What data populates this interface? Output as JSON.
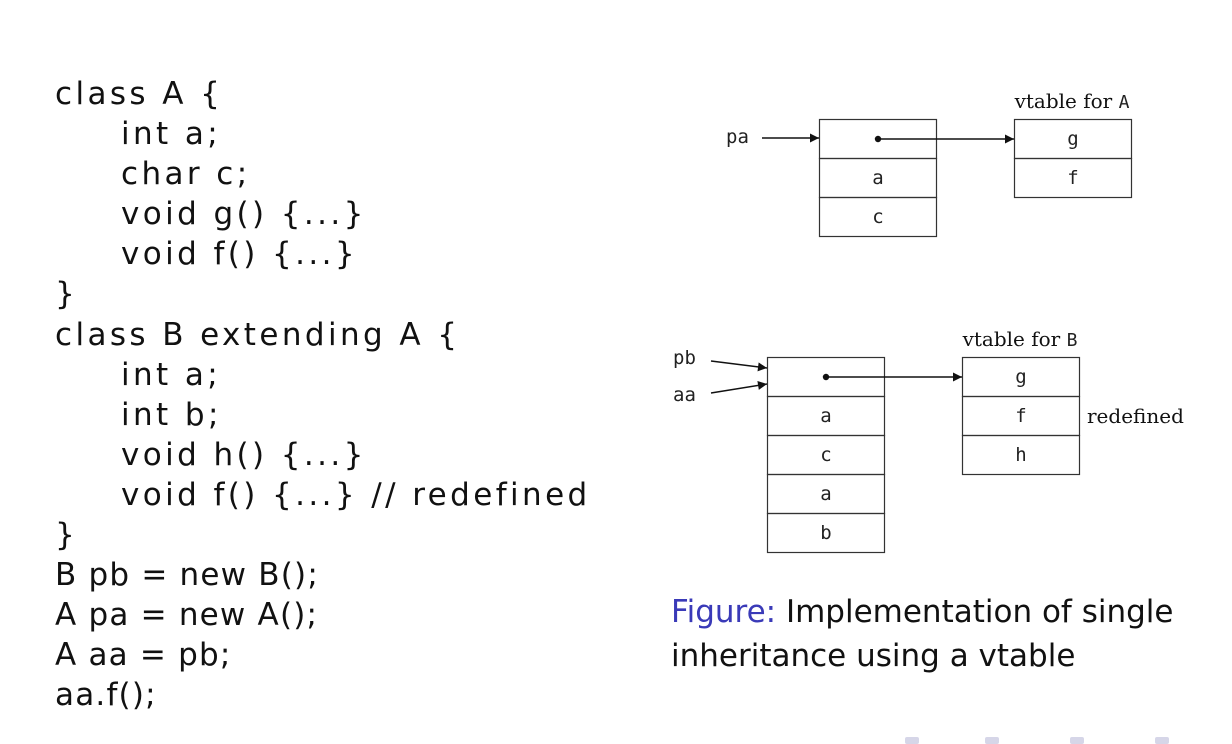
{
  "code": {
    "lines": [
      {
        "text": "class A {",
        "indent": false
      },
      {
        "text": "int a;",
        "indent": true
      },
      {
        "text": "char c;",
        "indent": true
      },
      {
        "text": "void g() {...}",
        "indent": true
      },
      {
        "text": "void f() {...}",
        "indent": true
      },
      {
        "text": "}",
        "indent": false
      },
      {
        "text": "class B extending A {",
        "indent": false
      },
      {
        "text": "int a;",
        "indent": true
      },
      {
        "text": "int b;",
        "indent": true
      },
      {
        "text": "void h() {...}",
        "indent": true
      },
      {
        "text": "void f() {...} // redefined",
        "indent": true
      },
      {
        "text": "}",
        "indent": false
      },
      {
        "text": "B pb = new B();",
        "indent": false,
        "stmt": true
      },
      {
        "text": "A pa = new A();",
        "indent": false,
        "stmt": true
      },
      {
        "text": "A aa = pb;",
        "indent": false,
        "stmt": true
      },
      {
        "text": "aa.f();",
        "indent": false,
        "stmt": true
      }
    ]
  },
  "diagram": {
    "top": {
      "pointer": "pa",
      "vtable_caption_prefix": "vtable for ",
      "vtable_caption_class": "A",
      "object_fields": [
        "a",
        "c"
      ],
      "vtable_entries": [
        "g",
        "f"
      ]
    },
    "bottom": {
      "pointers": [
        "pb",
        "aa"
      ],
      "vtable_caption_prefix": "vtable for ",
      "vtable_caption_class": "B",
      "object_fields": [
        "a",
        "c",
        "a",
        "b"
      ],
      "vtable_entries": [
        "g",
        "f",
        "h"
      ],
      "annotation": "redefined"
    }
  },
  "caption": {
    "label": "Figure:",
    "text": " Implementation of single inheritance using a vtable"
  }
}
